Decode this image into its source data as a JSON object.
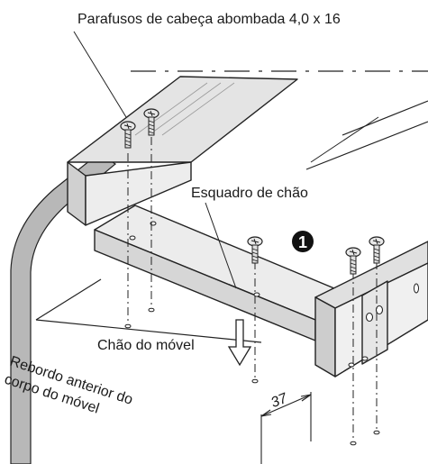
{
  "labels": {
    "screws": "Parafusos de cabeça abombada 4,0 x 16",
    "bracket": "Esquadro de chão",
    "floor": "Chão do móvel",
    "edge_line1": "Rebordo anterior do",
    "edge_line2": "corpo do móvel",
    "dimension": "37"
  },
  "step_marker": {
    "symbol": "❶",
    "color": "#111111"
  },
  "colors": {
    "metal": "#e9e9e9",
    "metal_dark": "#c9c9c9",
    "band": "#b8b8b8",
    "ink": "#222222"
  },
  "icons": [
    "screw-icon",
    "arrow-down-icon",
    "step-number-1-icon"
  ]
}
